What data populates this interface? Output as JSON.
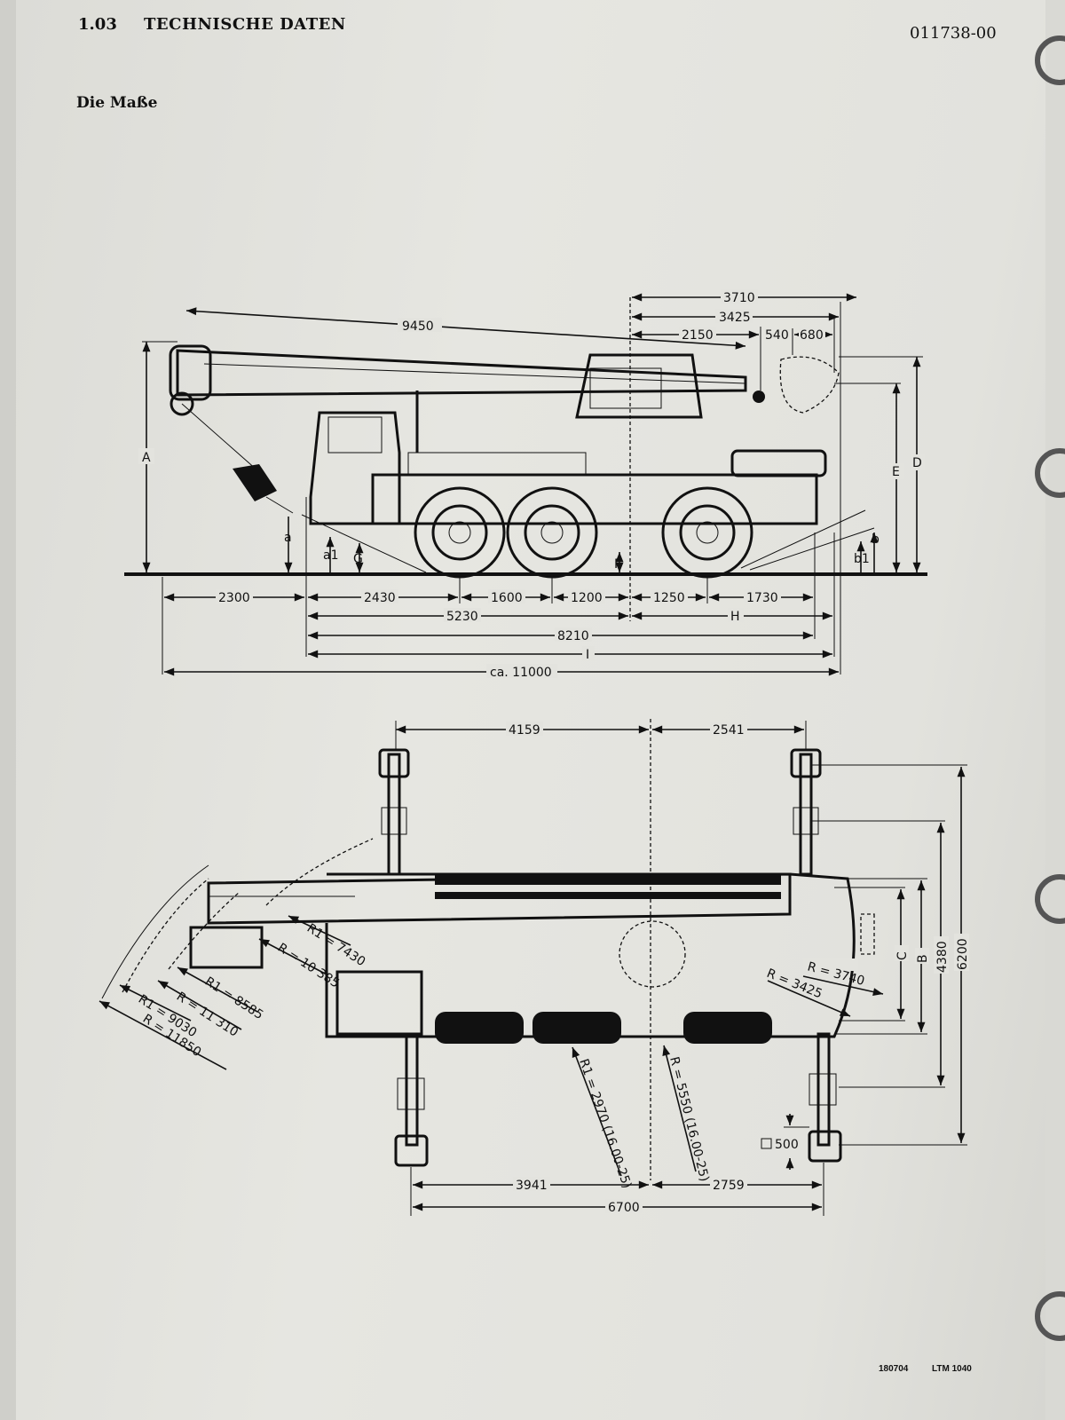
{
  "header": {
    "section": "1.03",
    "title": "TECHNISCHE DATEN",
    "doc_number": "011738-00",
    "subtitle": "Die Maße"
  },
  "side_view": {
    "boom_length": "9450",
    "top_dims": [
      "3710",
      "3425",
      "2150",
      "540",
      "680"
    ],
    "height_labels": {
      "A": "A",
      "D": "D",
      "E": "E",
      "a": "a",
      "a1": "a1",
      "G": "G",
      "F": "F",
      "b": "b",
      "b1": "b1"
    },
    "bottom_row1": [
      "2300",
      "2430",
      "1600",
      "1200",
      "1250",
      "1730"
    ],
    "bottom_row2": [
      "5230",
      "H"
    ],
    "bottom_row3": "8210",
    "bottom_row4": "I",
    "bottom_row5": "ca. 11000"
  },
  "top_view": {
    "top_dims": [
      "4159",
      "2541"
    ],
    "bottom_dims": [
      "3941",
      "2759"
    ],
    "total_width": "6700",
    "right_dims": {
      "C": "C",
      "B": "B",
      "outrigger_inner": "4380",
      "outrigger_outer": "6200"
    },
    "pad_size": "500",
    "radii_front": [
      "R1 = 7430",
      "R = 10 385",
      "R1 = 8585",
      "R = 11 310",
      "R1 = 9030",
      "R = 11850"
    ],
    "radii_rear": [
      "R = 3740",
      "R = 3425"
    ],
    "turning_radii": [
      "R1 = 2970 (16.00-25)",
      "R = 5550 (16.00-25)"
    ]
  },
  "footer": {
    "code": "180704",
    "model": "LTM 1040"
  }
}
